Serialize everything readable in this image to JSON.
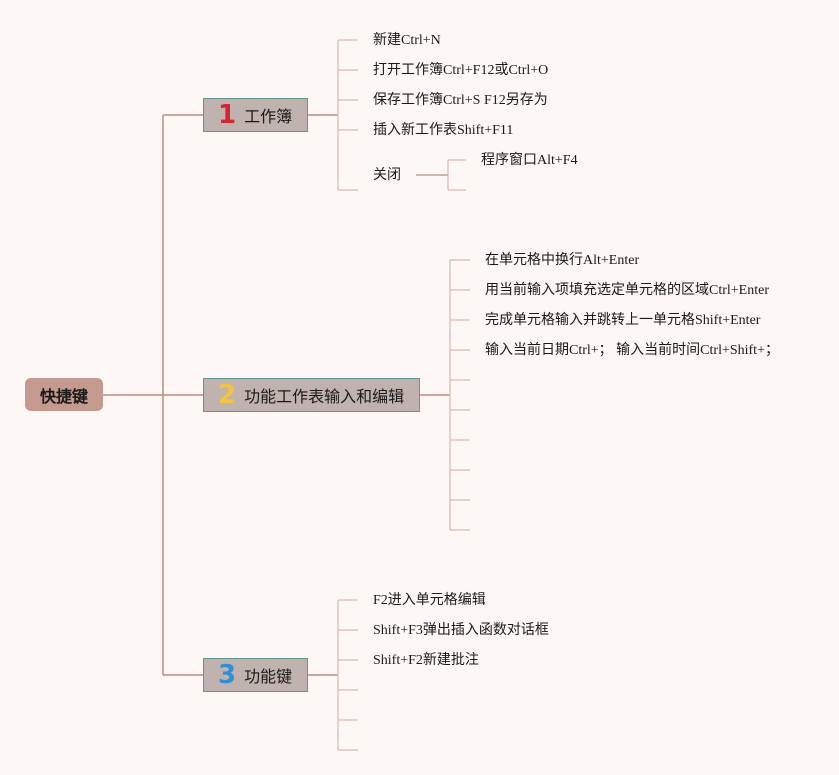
{
  "root": {
    "label": "快捷键"
  },
  "branches": [
    {
      "number": "1",
      "label": "工作簿",
      "number_color": "#d8252f"
    },
    {
      "number": "2",
      "label": "功能工作表输入和编辑",
      "number_color": "#f2c53d"
    },
    {
      "number": "3",
      "label": "功能键",
      "number_color": "#2f8fd8"
    }
  ],
  "leaves": {
    "b1": [
      "新建Ctrl+N",
      "打开工作簿Ctrl+F12或Ctrl+O",
      "保存工作簿Ctrl+S F12另存为",
      "插入新工作表Shift+F11",
      "关闭"
    ],
    "b1_close_children": [
      "程序窗口Alt+F4"
    ],
    "b2": [
      "在单元格中换行Alt+Enter",
      "用当前输入项填充选定单元格的区域Ctrl+Enter",
      "完成单元格输入并跳转上一单元格Shift+Enter",
      "输入当前日期Ctrl+； 输入当前时间Ctrl+Shift+；"
    ],
    "b3": [
      "F2进入单元格编辑",
      "Shift+F3弹出插入函数对话框",
      "Shift+F2新建批注"
    ]
  },
  "colors": {
    "line": "#d8b8b0",
    "trunk": "#c49a8e",
    "background": "#fdf7f5"
  }
}
